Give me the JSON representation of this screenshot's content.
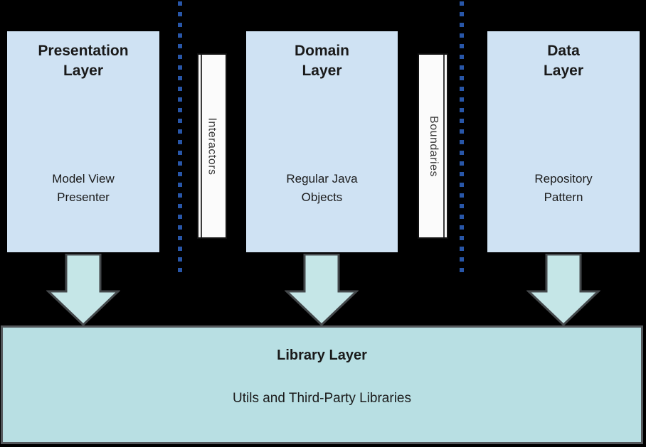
{
  "colors": {
    "background": "#000000",
    "layer_box_fill": "#cfe2f3",
    "layer_box_border": "#000000",
    "connector_fill": "#fbfbfb",
    "connector_border": "#111111",
    "dotted_line": "#2856a8",
    "arrow_fill": "#c5e6e7",
    "arrow_border": "#44484b",
    "library_fill": "#b8dfe3",
    "library_border": "#54585c",
    "text": "#1a1a1a"
  },
  "layers": {
    "presentation": {
      "title": [
        "Presentation",
        "Layer"
      ],
      "subtitle": [
        "Model View",
        "Presenter"
      ]
    },
    "domain": {
      "title": [
        "Domain",
        "Layer"
      ],
      "subtitle": [
        "Regular Java",
        "Objects"
      ]
    },
    "data": {
      "title": [
        "Data",
        "Layer"
      ],
      "subtitle": [
        "Repository",
        "Pattern"
      ]
    }
  },
  "connectors": {
    "interactors": {
      "label": "Interactors"
    },
    "boundaries": {
      "label": "Boundaries"
    }
  },
  "library": {
    "title": "Library Layer",
    "subtitle": "Utils and Third-Party Libraries"
  }
}
